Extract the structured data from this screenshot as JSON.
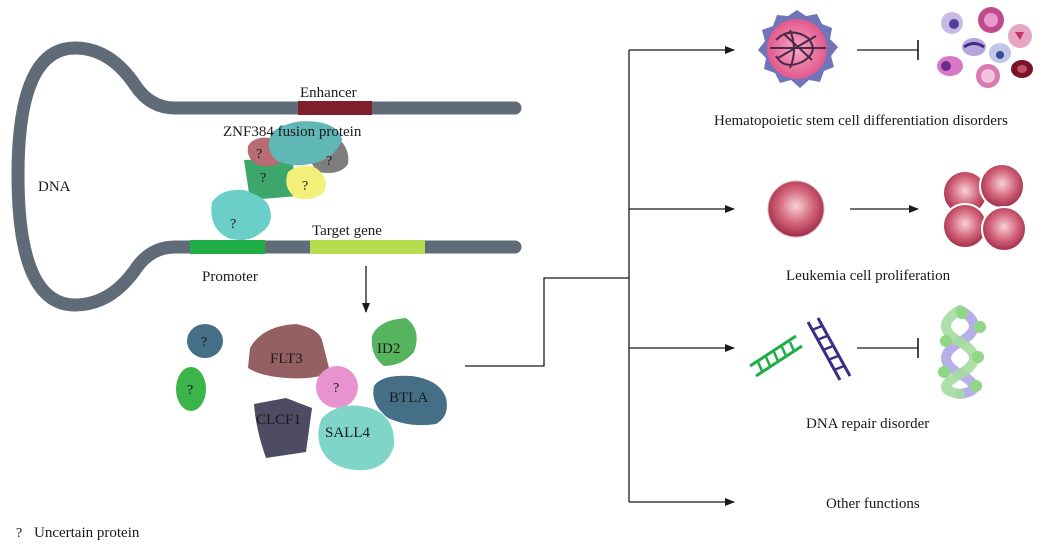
{
  "dna": {
    "dna_label": "DNA",
    "enhancer_label": "Enhancer",
    "fusion_protein_label": "ZNF384 fusion protein",
    "target_gene_label": "Target gene",
    "promoter_label": "Promoter",
    "unknown_mark": "?"
  },
  "downstream_proteins": {
    "flt3": "FLT3",
    "id2": "ID2",
    "btla": "BTLA",
    "clcf1": "CLCF1",
    "sall4": "SALL4",
    "unknown_mark": "?"
  },
  "outcomes": [
    {
      "label": "Hematopoietic stem cell differentiation disorders"
    },
    {
      "label": "Leukemia cell proliferation"
    },
    {
      "label": "DNA repair disorder"
    },
    {
      "label": "Other functions"
    }
  ],
  "legend": {
    "symbol": "?",
    "text": "Uncertain protein"
  },
  "colors": {
    "dna_strand": "#5f6b76",
    "enhancer": "#7f1f2c",
    "promoter": "#1fae45",
    "target_gene": "#b6dc4f",
    "teal": "#6ccfc7",
    "rose": "#b86c74",
    "green_block": "#3da66a",
    "gray_block": "#7d7d7d",
    "yellow": "#f2ef7a",
    "flt3": "#946064",
    "id2": "#55b45d",
    "btla": "#456f86",
    "clcf1": "#4e4c63",
    "sall4": "#7fd6c8",
    "pink": "#e793d0"
  }
}
